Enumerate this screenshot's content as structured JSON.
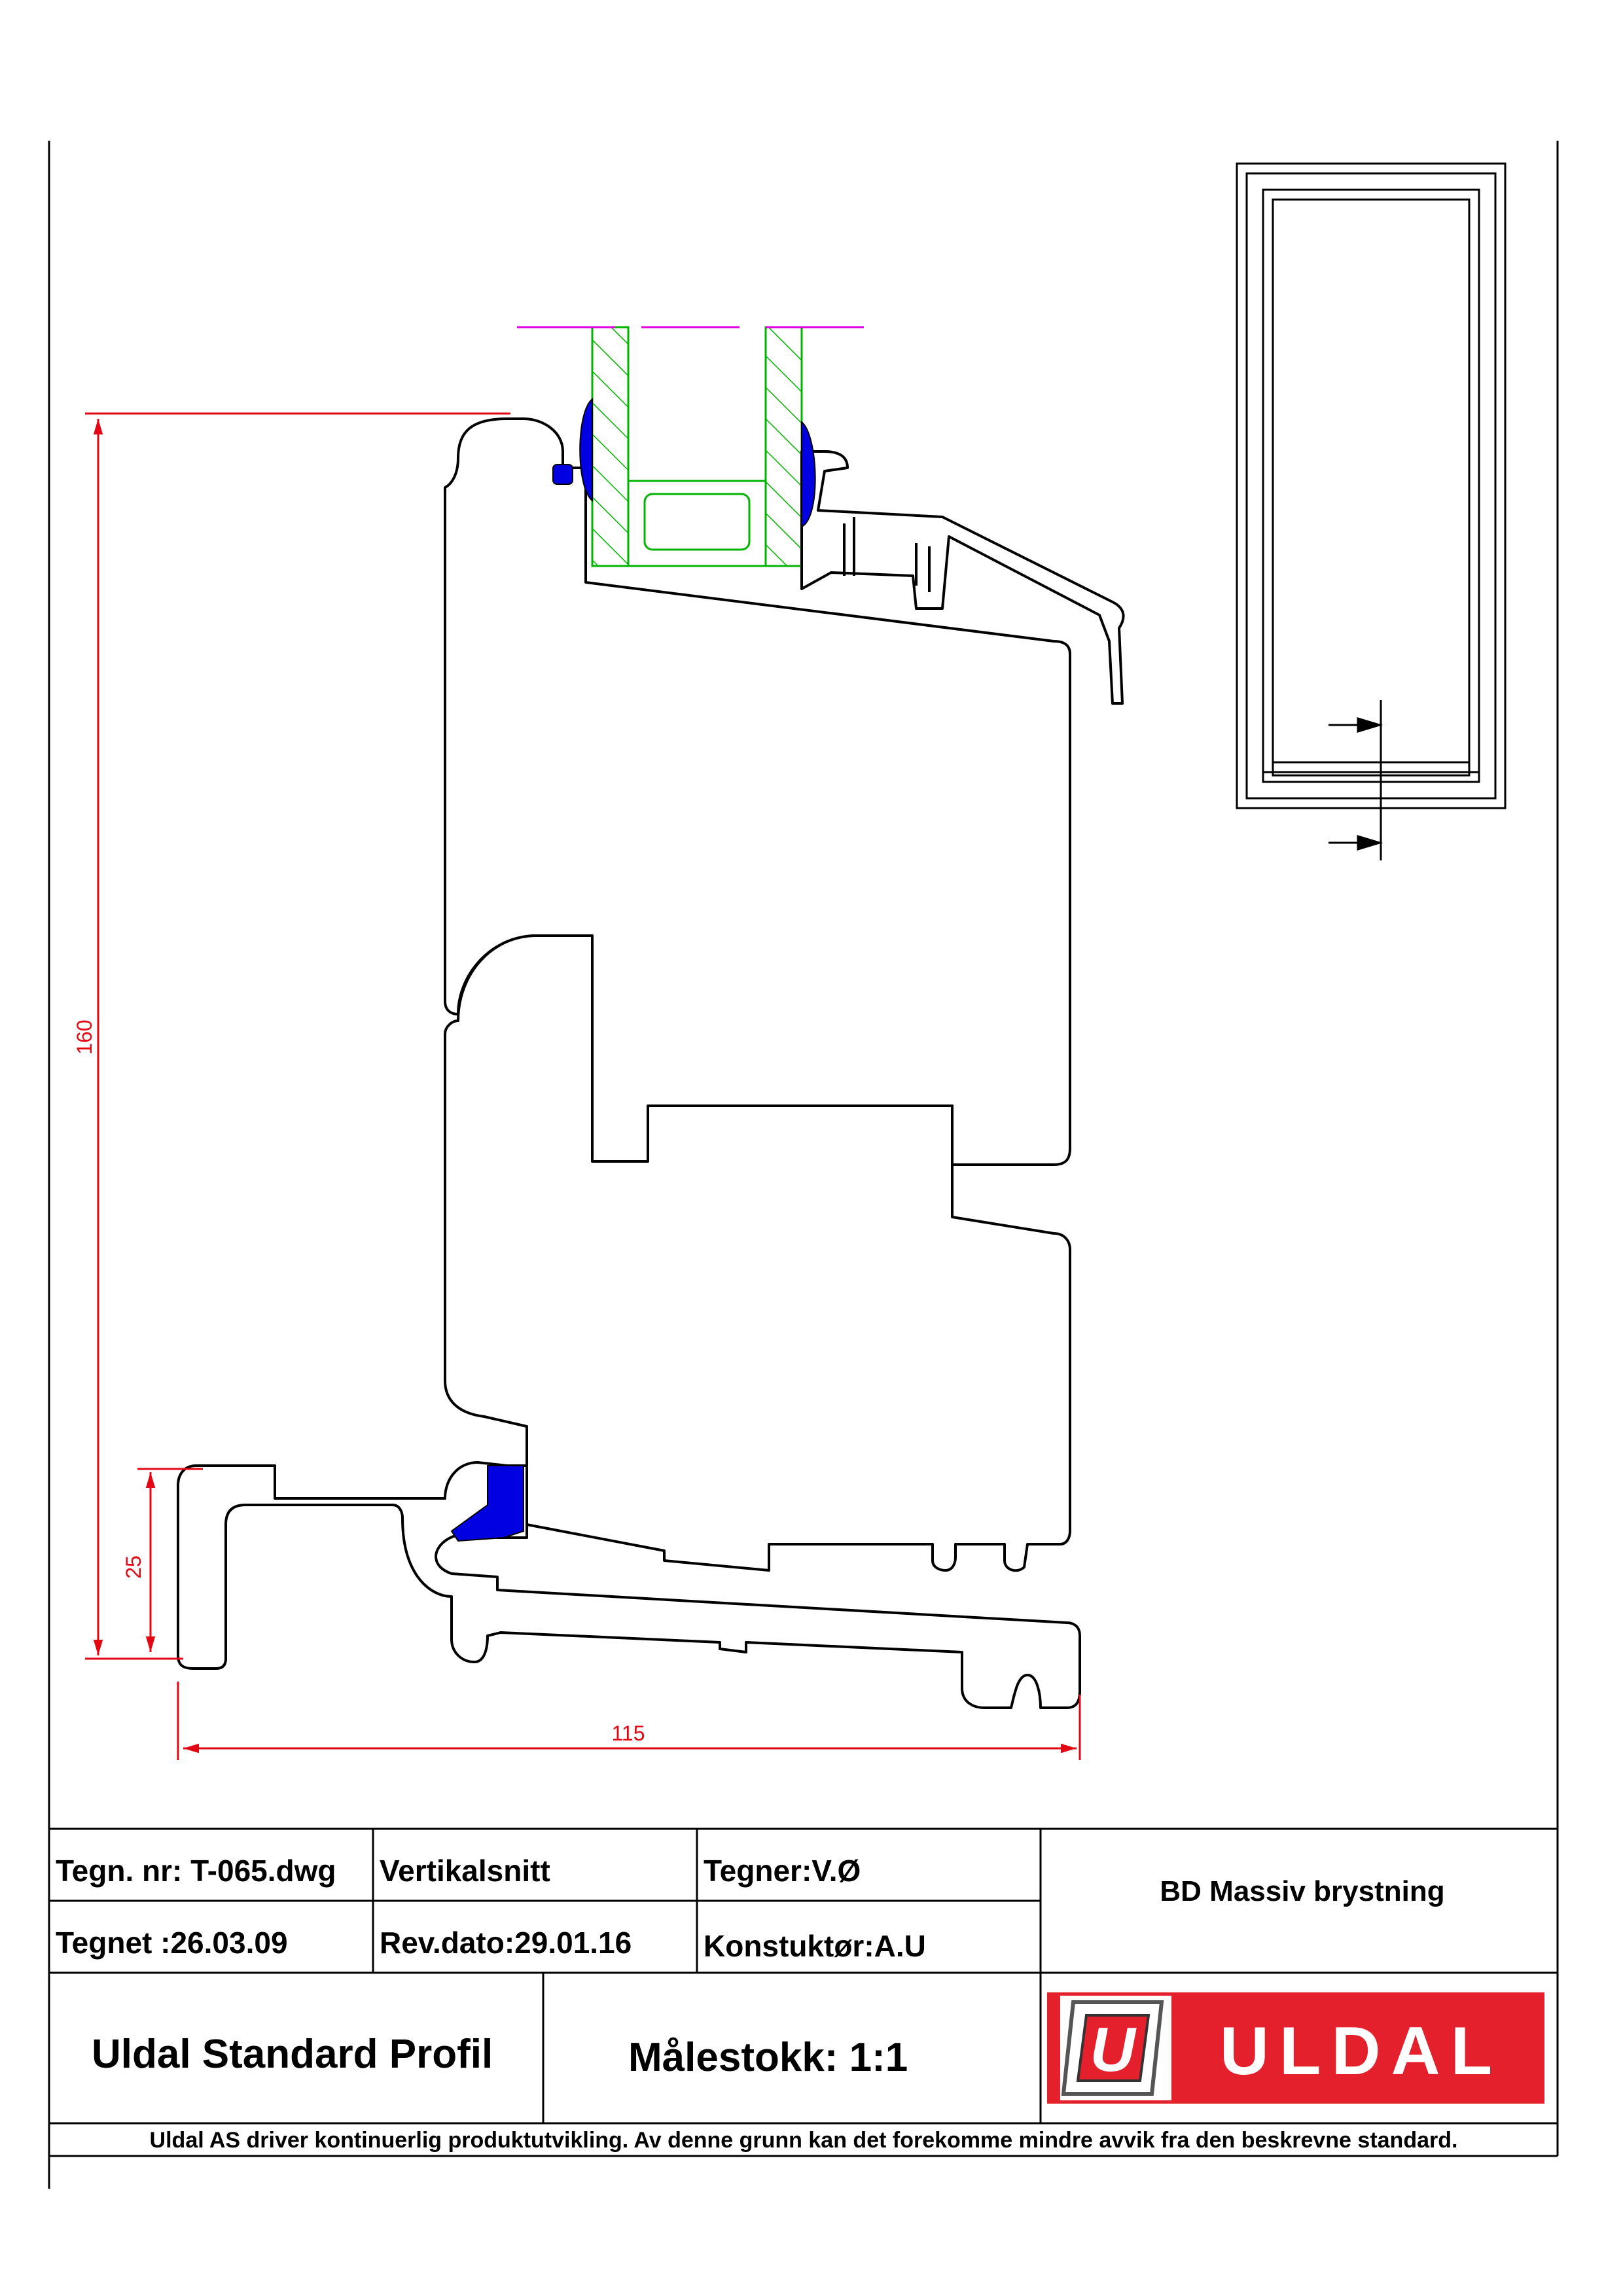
{
  "dimensions": {
    "height_total": "160",
    "height_sill": "25",
    "width": "115"
  },
  "title_block": {
    "drawing_number": "Tegn. nr: T-065.dwg",
    "view": "Vertikalsnitt",
    "drawn_by": "Tegner:V.Ø",
    "product": "BD Massiv brystning",
    "drawn_date": "Tegnet :26.03.09",
    "revision_date": "Rev.dato:29.01.16",
    "constructor": "Konstuktør:A.U",
    "profile": "Uldal Standard Profil",
    "scale": "Målestokk: 1:1",
    "disclaimer": "Uldal AS driver kontinuerlig produktutvikling. Av denne grunn kan det forekomme mindre avvik fra den beskrevne standard."
  },
  "logo": {
    "emblem_letter": "U",
    "wordmark": "ULDAL"
  },
  "colors": {
    "dimension_red": "#e30613",
    "glass_green": "#00b400",
    "gasket_blue": "#0000e0",
    "axis_magenta": "#e000e0",
    "brand_red": "#e3202c"
  }
}
